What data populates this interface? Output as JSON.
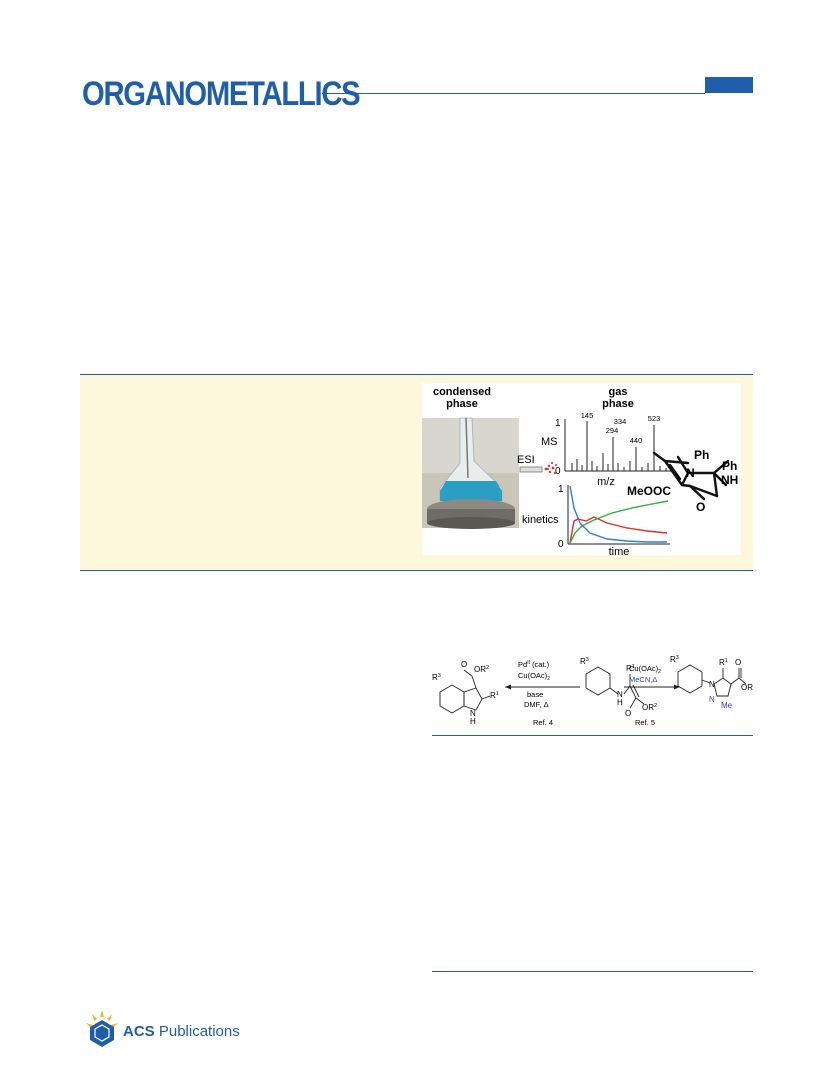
{
  "header": {
    "journal": "ORGANOMETALLICS"
  },
  "toc": {
    "condensed": "condensed",
    "condensed2": "phase",
    "gas": "gas",
    "gas2": "phase",
    "esi": "ESI",
    "ms": "MS",
    "kinetics": "kinetics",
    "mz": "m/z",
    "time": "time",
    "y1": "1",
    "y0": "0",
    "k1": "1",
    "k0": "0",
    "peaks": [
      "145",
      "294",
      "334",
      "440",
      "523"
    ],
    "ph1": "Ph",
    "n": "N",
    "ph2": "Ph",
    "nh": "NH",
    "meooc": "MeOOC",
    "o": "O",
    "colors": {
      "red": "#e0302a",
      "green": "#2fae3e",
      "blue": "#2f7ed8",
      "liquid": "#2a9ec4"
    }
  },
  "scheme": {
    "pd": "Pd",
    "pd_sup": "II",
    "pd_cat": "(cat.)",
    "cu1": "Cu(OAc)",
    "cu1_sub": "2",
    "base": "base",
    "dmf": "DMF, Δ",
    "ref4": "Ref. 4",
    "cu2": "Cu(OAc)",
    "cu2_sub": "2",
    "mecn": "MeCN,",
    "delta": "Δ",
    "ref5": "Ref. 5",
    "r3a": "R",
    "r3a_sup": "3",
    "r3b": "R",
    "r3b_sup": "3",
    "r3c": "R",
    "r3c_sup": "3",
    "r1a": "R",
    "r1a_sup": "1",
    "r1b": "R",
    "r1b_sup": "1",
    "r1c": "R",
    "r1c_sup": "1",
    "or2a": "OR",
    "or2a_sup": "2",
    "or2b": "OR",
    "or2b_sup": "2",
    "or2c": "OR",
    "or2c_sup": "2",
    "nh_indole": "N",
    "h_indole": "H",
    "nh_center": "N",
    "h_center": "H",
    "o1": "O",
    "o2": "O",
    "o3": "O",
    "n_pyr1": "N",
    "n_pyr2": "N",
    "me": "Me",
    "mecn_color": "#2e3fd6"
  },
  "footer": {
    "acs": "ACS",
    "publications": "Publications"
  }
}
